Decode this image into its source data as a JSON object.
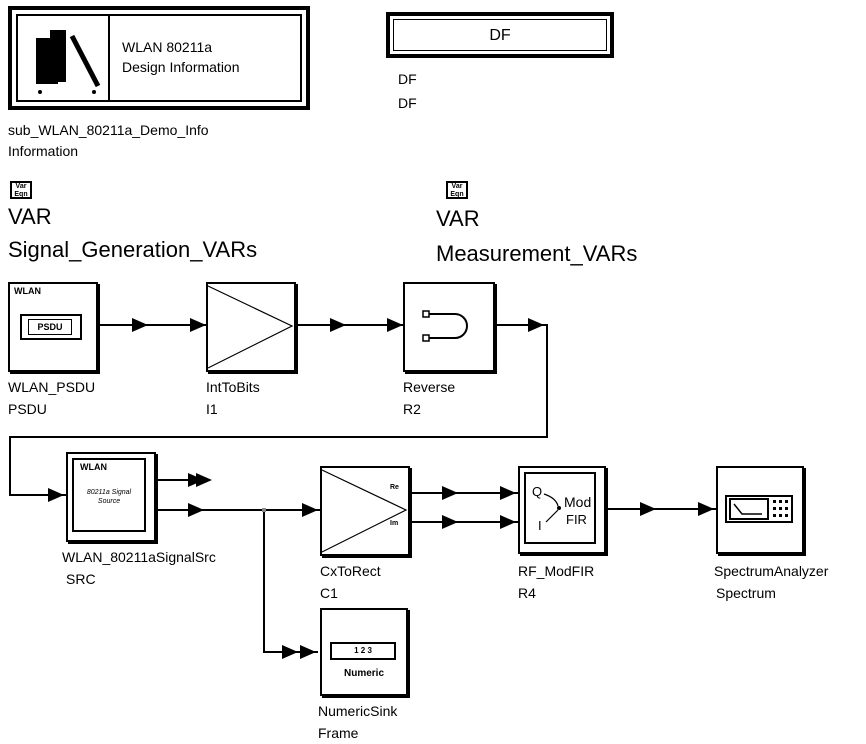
{
  "info_block": {
    "title": "WLAN 80211a Design Information",
    "title_line1": "WLAN 80211a",
    "title_line2": "Design Information",
    "name": "sub_WLAN_80211a_Demo_Info",
    "instance": "Information"
  },
  "df_block": {
    "label": "DF",
    "type": "DF",
    "instance": "DF"
  },
  "var_blocks": [
    {
      "icon": "Var Eqn",
      "type": "VAR",
      "name": "Signal_Generation_VARs"
    },
    {
      "icon": "Var Eqn",
      "type": "VAR",
      "name": "Measurement_VARs"
    }
  ],
  "components": [
    {
      "type": "WLAN_PSDU",
      "instance": "PSDU",
      "icon_top": "WLAN",
      "icon_inner": "PSDU"
    },
    {
      "type": "IntToBits",
      "instance": "I1"
    },
    {
      "type": "Reverse",
      "instance": "R2"
    },
    {
      "type": "WLAN_80211aSignalSrc",
      "instance": "SRC",
      "icon_top": "WLAN",
      "icon_inner": "80211a Signal Source"
    },
    {
      "type": "CxToRect",
      "instance": "C1",
      "port_re": "Re",
      "port_im": "Im"
    },
    {
      "type": "RF_ModFIR",
      "instance": "R4",
      "icon_q": "Q",
      "icon_i": "I",
      "icon_mod": "Mod",
      "icon_fir": "FIR"
    },
    {
      "type": "SpectrumAnalyzer",
      "instance": "Spectrum"
    },
    {
      "type": "NumericSink",
      "instance": "Frame",
      "icon_display": "1 2 3",
      "icon_label": "Numeric"
    }
  ],
  "colors": {
    "line": "#000000",
    "background": "#ffffff"
  }
}
